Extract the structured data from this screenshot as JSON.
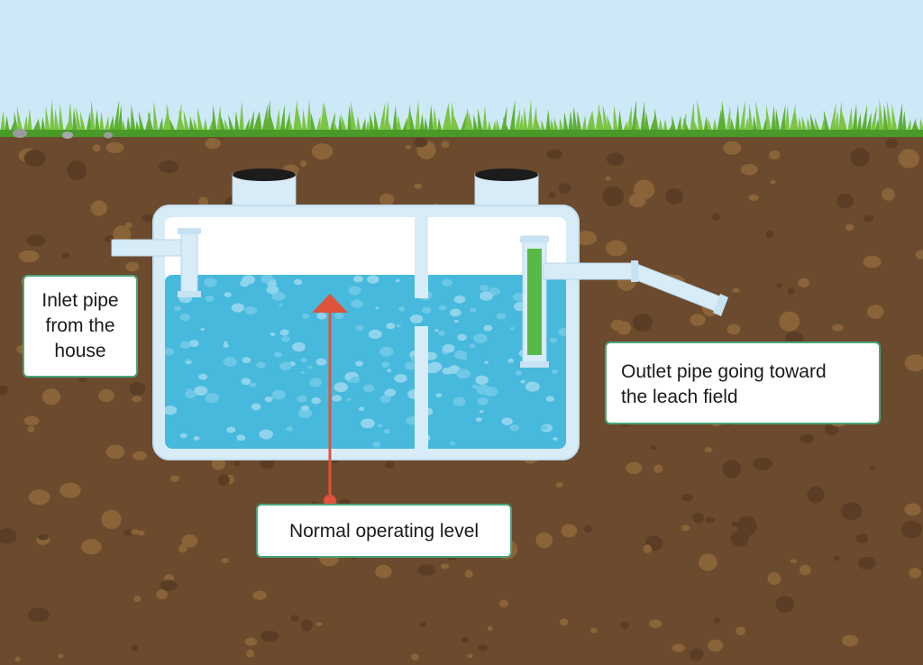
{
  "labels": {
    "inlet": [
      "Inlet pipe",
      "from the",
      "house"
    ],
    "outlet": [
      "Outlet pipe going toward",
      "the leach field"
    ],
    "level": "Normal operating level"
  },
  "colors": {
    "sky": "#cde8f7",
    "grass": "#5fb032",
    "soil": "#6b4a2d",
    "soil_speckle": "#8a6338",
    "water": "#46b9dc",
    "tank_wall": "#d8ecf8",
    "tank_air": "#ffffff",
    "filter": "#58b947",
    "arrow": "#e0523a",
    "callout_border": "#4aa57a"
  },
  "icons": [
    "septic-tank-icon",
    "inlet-pipe-icon",
    "outlet-pipe-icon",
    "effluent-filter-icon",
    "level-arrow-icon"
  ]
}
